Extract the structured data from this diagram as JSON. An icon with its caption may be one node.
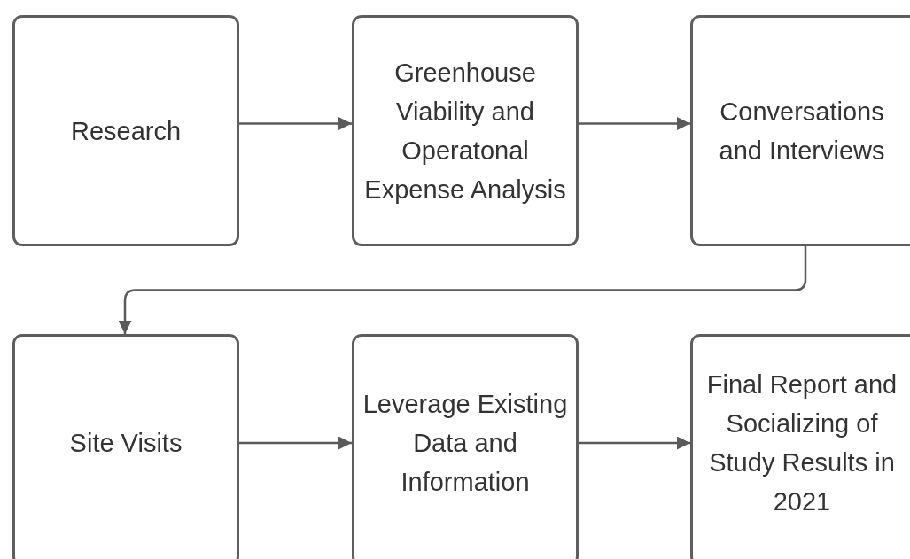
{
  "diagram": {
    "nodes": [
      {
        "text": [
          "Research"
        ]
      },
      {
        "text": [
          "Greenhouse Viability and Operatonal Expense Analysis"
        ]
      },
      {
        "text": [
          "Conversations and Interviews"
        ]
      },
      {
        "text": [
          "Site Visits"
        ]
      },
      {
        "text": [
          "Leverage Existing Data and Information"
        ]
      },
      {
        "text": [
          "Final Report and Socializing of Study Results in 2021"
        ]
      }
    ],
    "edges": [
      {
        "from": 0,
        "to": 1,
        "arrow": "to"
      },
      {
        "from": 1,
        "to": 2,
        "arrow": "to"
      },
      {
        "from": 2,
        "to": 3,
        "arrow": "to"
      },
      {
        "from": 3,
        "to": 4,
        "arrow": "to"
      },
      {
        "from": 4,
        "to": 5,
        "arrow": "to"
      }
    ]
  }
}
